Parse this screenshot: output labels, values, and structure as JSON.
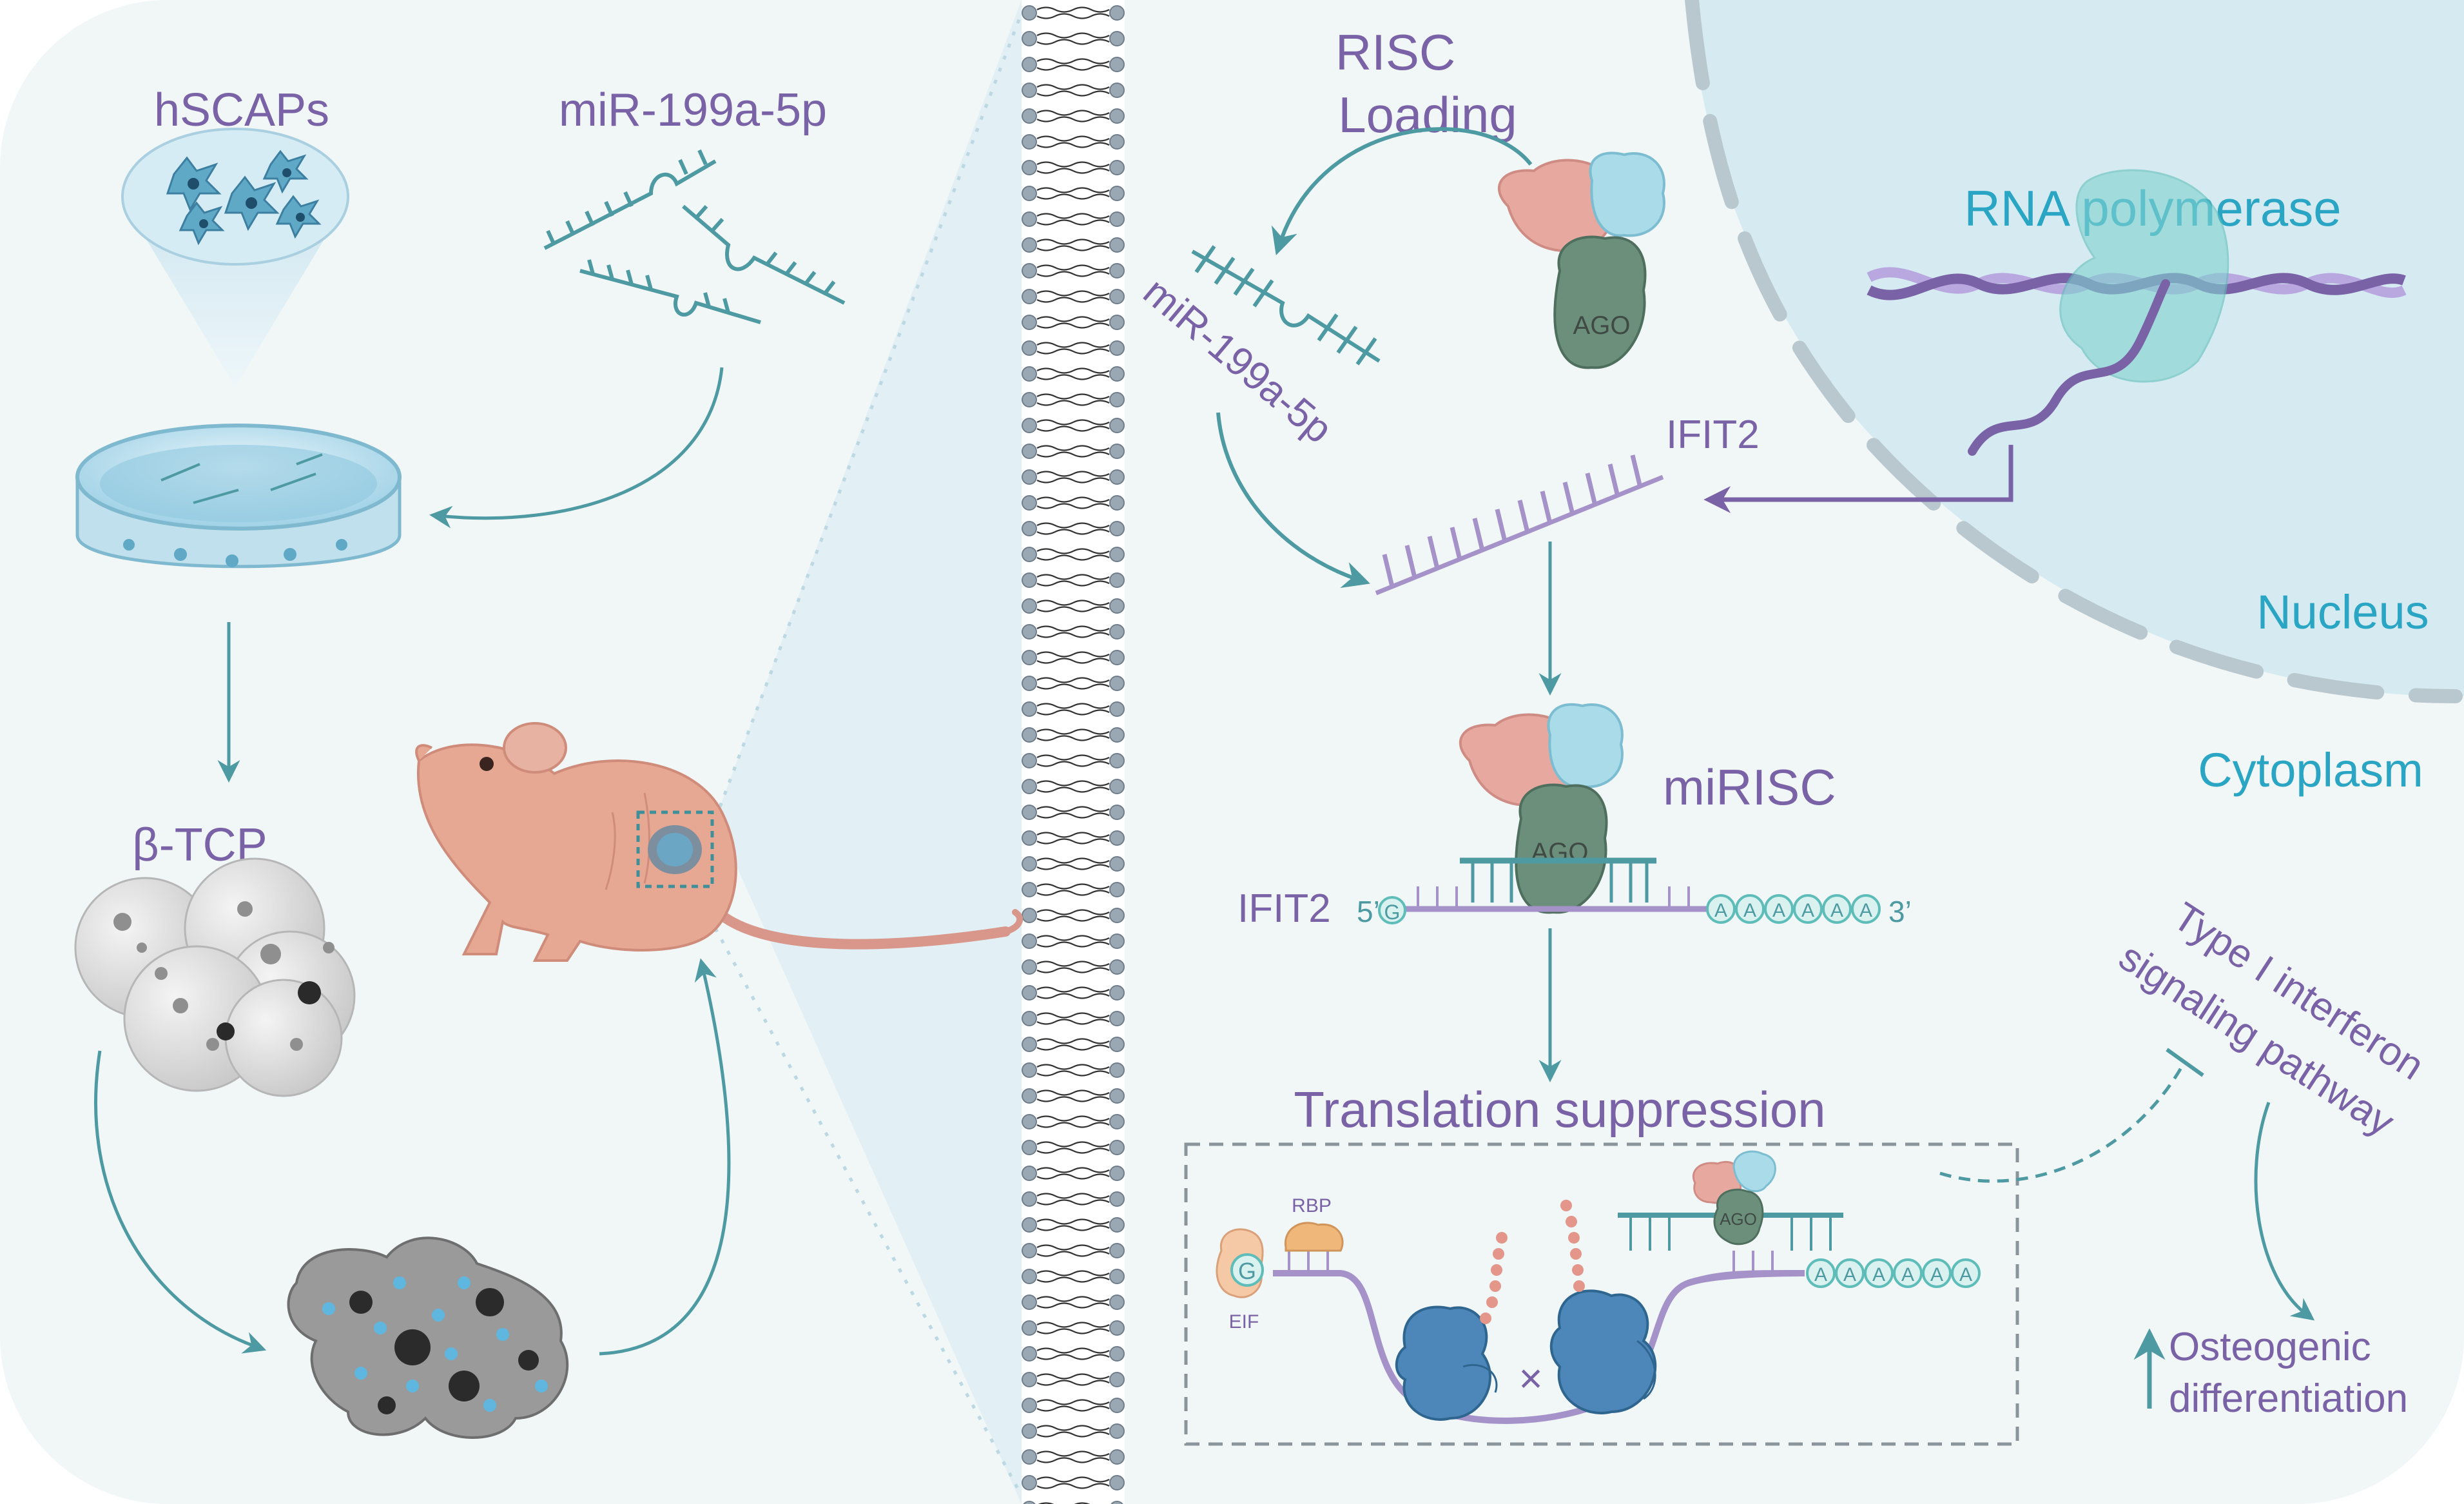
{
  "colors": {
    "background": "#f1f6f7",
    "frame": "#ffffff",
    "teal": "#4e9aa2",
    "teal_dark": "#3f8a92",
    "purple": "#7a62a7",
    "purple_light": "#a592c9",
    "nucleus": "#d6ebf1",
    "cyan_text": "#2aa6c4",
    "ago_green": "#6b8f7b",
    "pink": "#e7a8a0",
    "light_blue": "#a9dbe9",
    "ribosome": "#4d86b8",
    "mouse": "#e6a793"
  },
  "labels": {
    "hscaps": "hSCAPs",
    "mir_top": "miR-199a-5p",
    "btcp": "β-TCP",
    "risc_loading_line1": "RISC",
    "risc_loading_line2": "Loading",
    "mir_rotated": "miR-199a-5p",
    "ago_top": "AGO",
    "rna_polymerase": "RNA polymerase",
    "ifit2_top": "IFIT2",
    "nucleus": "Nucleus",
    "cytoplasm": "Cytoplasm",
    "mirisc": "miRISC",
    "ago_mid": "AGO",
    "ifit2_mid": "IFIT2",
    "five_prime": "5’",
    "cap_g": "G",
    "three_prime": "3’",
    "poly_a": [
      "A",
      "A",
      "A",
      "A",
      "A",
      "A"
    ],
    "type1_line1": "Type I interferon",
    "type1_line2": "signaling pathway",
    "translation_suppression": "Translation suppression",
    "rbp": "RBP",
    "eif": "EIF",
    "eif_g": "G",
    "ago_small": "AGO",
    "cross": "×",
    "poly_a_box": [
      "A",
      "A",
      "A",
      "A",
      "A",
      "A"
    ],
    "osteogenic_line1": "Osteogenic",
    "osteogenic_line2": "differentiation"
  }
}
